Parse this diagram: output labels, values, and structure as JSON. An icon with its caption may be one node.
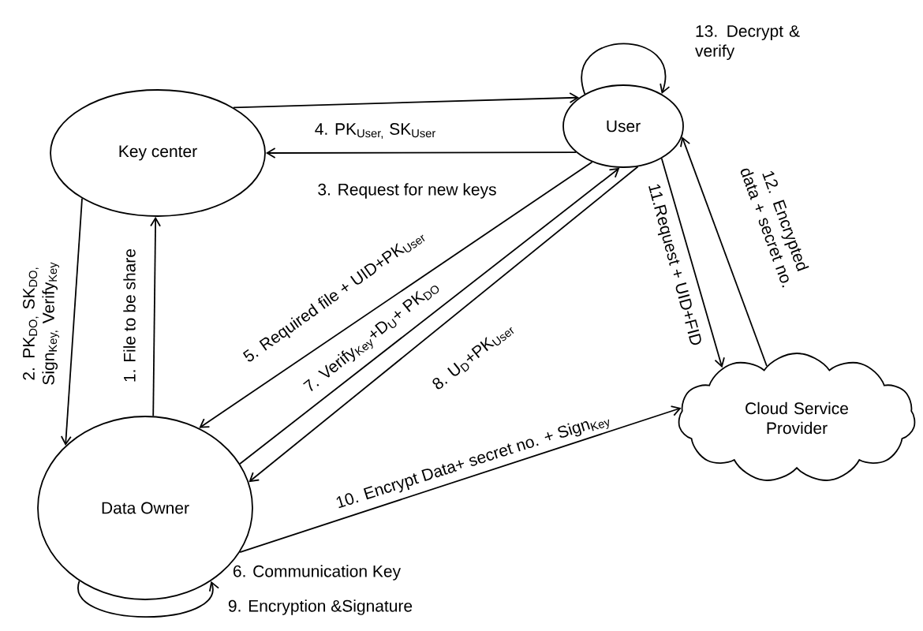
{
  "diagram": {
    "nodes": [
      {
        "text": [
          "Key center"
        ]
      },
      {
        "text": [
          "User"
        ]
      },
      {
        "text": [
          "Cloud Service Provider"
        ]
      },
      {
        "text": [
          "Data Owner"
        ]
      }
    ],
    "edges": [
      {
        "from": 0,
        "to": 1,
        "arrow": "to",
        "label": "4. PK$_{User,}$ SK$_{User}$"
      },
      {
        "from": 1,
        "to": 0,
        "arrow": "to",
        "label": "3. Request for new keys"
      },
      {
        "from": 0,
        "to": 3,
        "arrow": "to",
        "label": "2. PK$_{DO,}$ SK$_{DO,}$ Sign$_{Key,}$ Verify$_{Key}$"
      },
      {
        "from": 3,
        "to": 0,
        "arrow": "to",
        "label": "1. File to be share"
      },
      {
        "from": 1,
        "to": 3,
        "arrow": "to",
        "label": "5. Required file + UID+PK$_{User}$"
      },
      {
        "from": 3,
        "to": 1,
        "arrow": "to",
        "label": "7. Verify$_{Key}$+D$_{U}$+ PK$_{DO}$"
      },
      {
        "from": 1,
        "to": 3,
        "arrow": "to",
        "label": "8. U$_{D}$+PK$_{User}$"
      },
      {
        "from": 3,
        "to": 2,
        "arrow": "to",
        "label": "10. Encrypt Data+ secret no. + Sign$_{Key}$"
      },
      {
        "from": 1,
        "to": 2,
        "arrow": "to",
        "label": "11.Request + UID+FID"
      },
      {
        "from": 2,
        "to": 1,
        "arrow": "to",
        "label": "12. Encrypted data + secret no."
      },
      {
        "from": 1,
        "to": 1,
        "arrow": "to",
        "label": "13. Decrypt & verify"
      },
      {
        "from": 3,
        "to": 3,
        "arrow": "to",
        "label": "6. Communication Key"
      }
    ],
    "labels": [
      "9. Encryption &Signature"
    ]
  }
}
